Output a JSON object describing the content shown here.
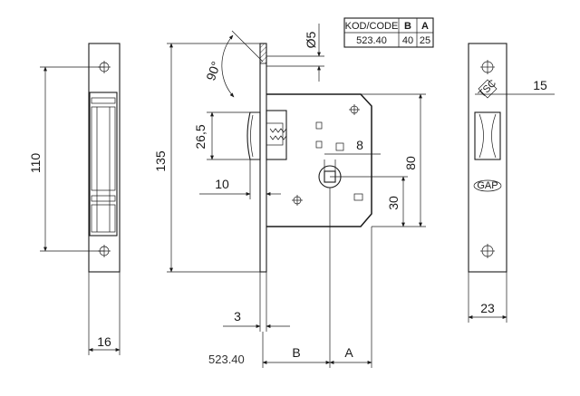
{
  "table": {
    "header": [
      "KOD/CODE",
      "B",
      "A"
    ],
    "row": [
      "523.40",
      "40",
      "25"
    ]
  },
  "dimensions": {
    "d5": "Ø5",
    "angle": "90°",
    "d110": "110",
    "d135": "135",
    "d26_5": "26,5",
    "d10": "10",
    "d8": "8",
    "d80": "80",
    "d30": "30",
    "d15": "15",
    "d16": "16",
    "d23": "23",
    "d3": "3",
    "dimB": "B",
    "dimA": "A"
  },
  "product_code": "523.40",
  "logos": {
    "tsc": "TSC",
    "brand": "GAP"
  }
}
